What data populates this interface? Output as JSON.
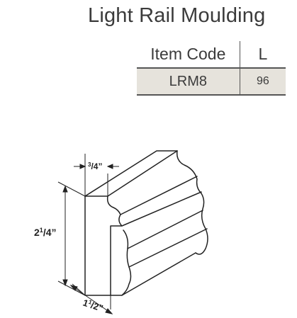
{
  "product": {
    "title": "Light Rail Moulding"
  },
  "table": {
    "headers": {
      "item_code": "Item  Code",
      "length": "L"
    },
    "rows": [
      {
        "item_code": "LRM8",
        "length": "96"
      }
    ]
  },
  "drawing": {
    "dimensions": {
      "top": {
        "whole": "",
        "num": "3",
        "den": "4",
        "unit": "”"
      },
      "height": {
        "whole": "2",
        "num": "1",
        "den": "4",
        "unit": "”"
      },
      "depth": {
        "whole": "1",
        "num": "1",
        "den": "2",
        "unit": "”"
      }
    }
  },
  "colors": {
    "row_fill": "#e6e3dc",
    "rule": "#555555",
    "text": "#3b3b3b"
  }
}
